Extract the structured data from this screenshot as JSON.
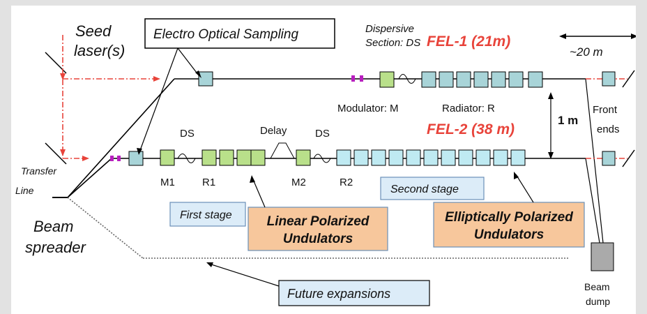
{
  "labels": {
    "seed": "Seed",
    "lasers": "laser(s)",
    "eos": "Electro Optical Sampling",
    "dispersive": "Dispersive",
    "section_ds": "Section: DS",
    "fel1": "FEL-1 (21m)",
    "fel2": "FEL-2 (38 m)",
    "dist20": "~20 m",
    "modulator": "Modulator: M",
    "radiator": "Radiator: R",
    "one_m": "1 m",
    "front": "Front",
    "ends": "ends",
    "ds1": "DS",
    "delay": "Delay",
    "ds2": "DS",
    "m1": "M1",
    "r1": "R1",
    "m2": "M2",
    "r2": "R2",
    "transfer": "Transfer",
    "line": "Line",
    "beam": "Beam",
    "spreader": "spreader",
    "first_stage": "First stage",
    "second_stage": "Second stage",
    "linear1": "Linear Polarized",
    "linear2": "Undulators",
    "ellip1": "Elliptically Polarized",
    "ellip2": "Undulators",
    "future": "Future expansions",
    "dump1": "Beam",
    "dump2": "dump"
  },
  "colors": {
    "teal_box": "#a8d4d8",
    "green_box": "#b9e08a",
    "cyan_box": "#bfeaf2",
    "orange_box": "#f7c79c",
    "light_blue_box": "#dcecf8",
    "magenta": "#b81fbf",
    "red_text": "#e8433a",
    "grey_dump": "#aaaaaa"
  }
}
